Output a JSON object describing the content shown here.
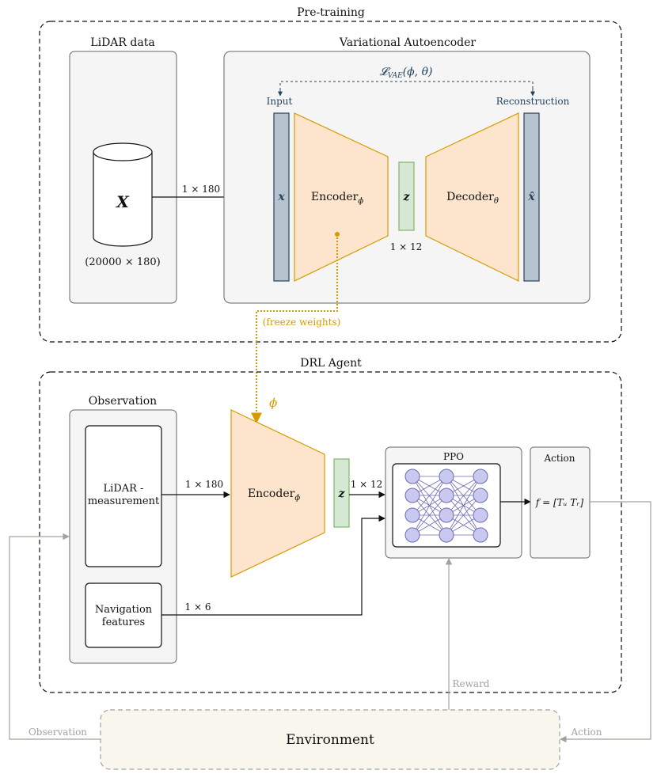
{
  "sections": {
    "pretraining_label": "Pre-training",
    "drl_label": "DRL Agent"
  },
  "pretraining": {
    "lidar_box_title": "LiDAR data",
    "dataset_symbol": "X",
    "dataset_size": "(20000 × 180)",
    "input_dim": "1 × 180",
    "vae_title": "Variational Autoencoder",
    "loss_label": "𝓛",
    "loss_sub": "VAE",
    "loss_args": "(ϕ, θ)",
    "input_label": "Input",
    "reconstruction_label": "Reconstruction",
    "x_symbol": "x",
    "encoder_label": "Encoder",
    "encoder_sub": "ϕ",
    "z_symbol": "z",
    "latent_dim": "1 × 12",
    "decoder_label": "Decoder",
    "decoder_sub": "θ",
    "xhat_symbol": "x̂",
    "freeze_label": "(freeze weights)"
  },
  "agent": {
    "observation_title": "Observation",
    "lidar_meas_line1": "LiDAR -",
    "lidar_meas_line2": "measurement",
    "lidar_dim": "1 × 180",
    "nav_line1": "Navigation",
    "nav_line2": "features",
    "nav_dim": "1 × 6",
    "phi_symbol": "ϕ",
    "encoder_label": "Encoder",
    "encoder_sub": "ϕ",
    "z_symbol": "z",
    "latent_dim": "1 × 12",
    "ppo_label": "PPO",
    "action_title": "Action",
    "action_formula": "f = [Tᵤ Tᵣ]"
  },
  "environment": {
    "label": "Environment",
    "reward_label": "Reward",
    "observation_label": "Observation",
    "action_label": "Action"
  },
  "colors": {
    "orange_fill": "#fde5cd",
    "orange_stroke": "#d79b00",
    "green_fill": "#d5e8d4",
    "green_stroke": "#82b366",
    "blue_fill": "#b7c4d0",
    "blue_stroke": "#23445d",
    "node_fill": "#c9c8ef",
    "node_stroke": "#6c6bb5",
    "gray_box": "#f5f5f5",
    "env_fill": "#f9f7ed",
    "feedback": "#a0a39b",
    "freeze": "#d79b00"
  }
}
